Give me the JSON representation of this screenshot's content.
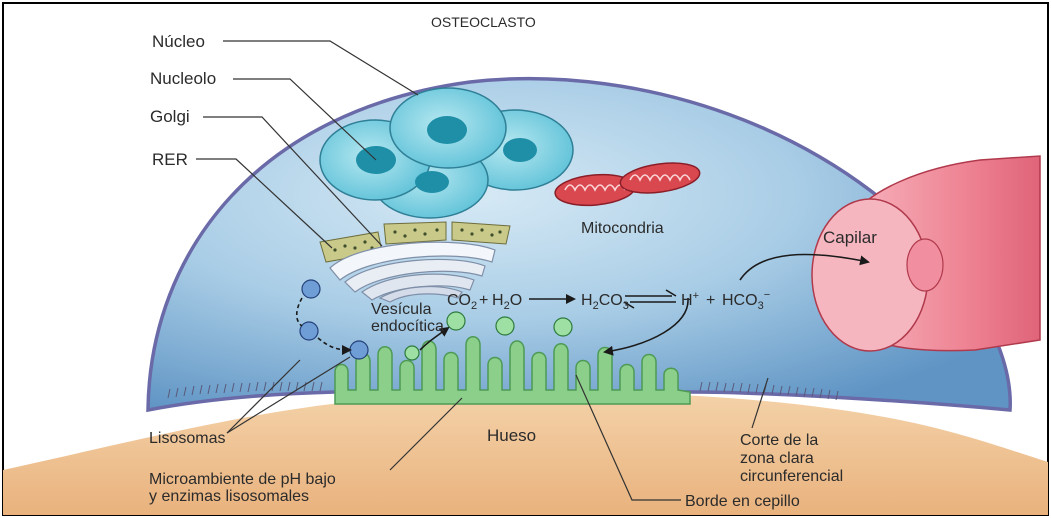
{
  "title": "OSTEOCLASTO",
  "labels": {
    "nucleo": "Núcleo",
    "nucleolo": "Nucleolo",
    "golgi": "Golgi",
    "rer": "RER",
    "mitocondria": "Mitocondria",
    "capilar": "Capilar",
    "vesicula_line1": "Vesícula",
    "vesicula_line2": "endocítica",
    "hueso": "Hueso",
    "lisosomas": "Lisosomas",
    "microambiente_line1": "Microambiente de pH bajo",
    "microambiente_line2": "y enzimas lisosomales",
    "corte_line1": "Corte de la",
    "corte_line2": "zona clara",
    "corte_line3": "circunferencial",
    "borde": "Borde en cepillo"
  },
  "reaction": {
    "co2": "CO",
    "co2_sub": "2",
    "plus1": "+",
    "h2o_a": "H",
    "h2o_sub": "2",
    "h2o_b": "O",
    "h2co3_a": "H",
    "h2co3_sub1": "2",
    "h2co3_b": "CO",
    "h2co3_sub2": "3",
    "h_plus": "H",
    "h_plus_sup": "+",
    "plus2": "+",
    "hco3": "HCO",
    "hco3_sub": "3",
    "hco3_sup": "−"
  },
  "colors": {
    "cell_fill": "#a9cde6",
    "cell_membrane": "#6a6aa8",
    "nucleus": "#86d3e3",
    "nucleolus": "#1f8fa8",
    "bone": "#f1c89a",
    "brush_border": "#8ccf8a",
    "mitochondria": "#d9474f",
    "capillary": "#ef8a98"
  }
}
